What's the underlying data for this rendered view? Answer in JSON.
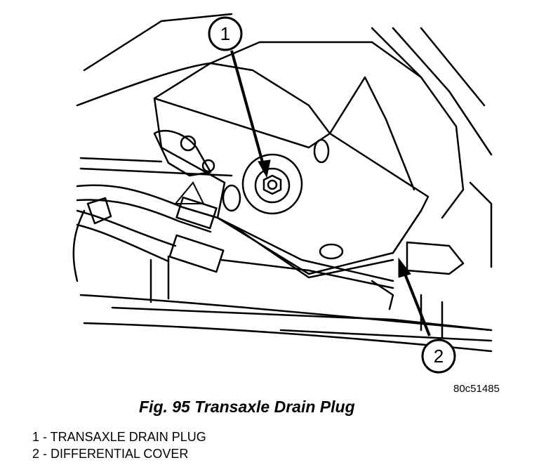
{
  "callouts": [
    {
      "number": "1"
    },
    {
      "number": "2"
    }
  ],
  "reference_code": "80c51485",
  "caption": "Fig. 95 Transaxle Drain Plug",
  "legend": [
    {
      "text": "1 - TRANSAXLE DRAIN PLUG"
    },
    {
      "text": "2 - DIFFERENTIAL COVER"
    }
  ]
}
